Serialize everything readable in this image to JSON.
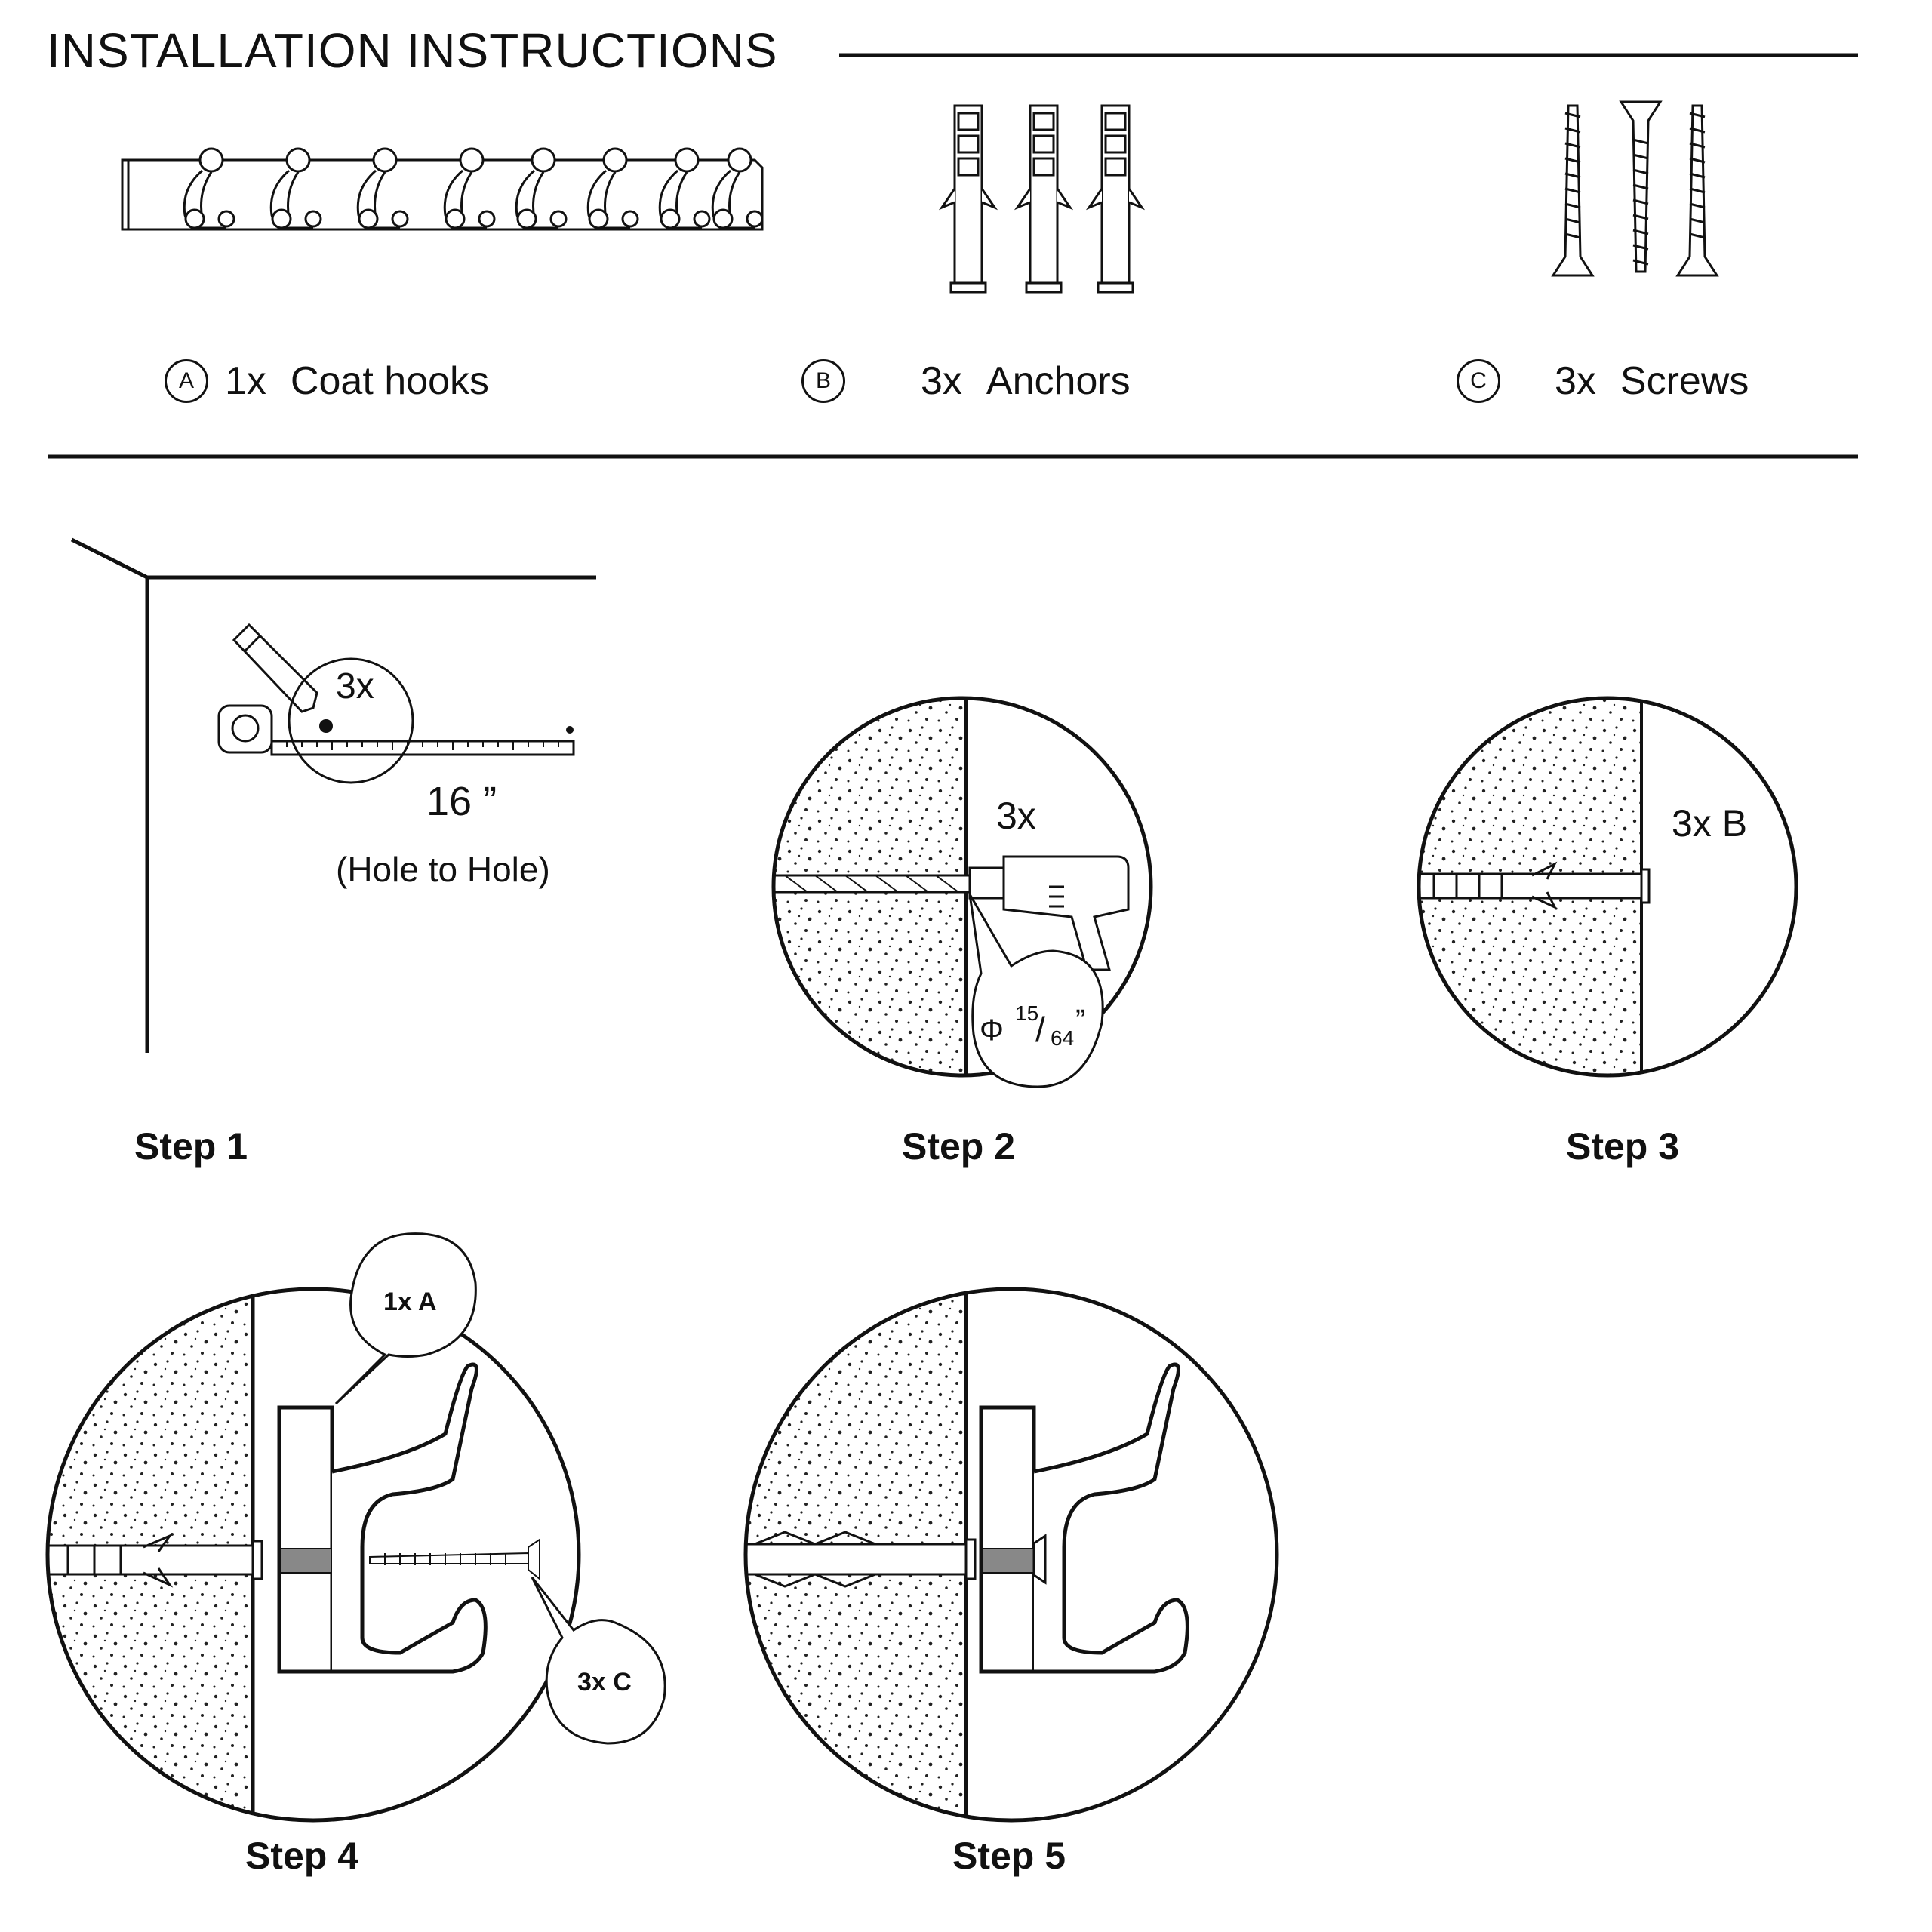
{
  "title": "INSTALLATION INSTRUCTIONS",
  "parts": [
    {
      "letter": "A",
      "qty": "1x",
      "name": "Coat hooks"
    },
    {
      "letter": "B",
      "qty": "3x",
      "name": "Anchors"
    },
    {
      "letter": "C",
      "qty": "3x",
      "name": "Screws"
    }
  ],
  "steps": {
    "step1": {
      "label": "Step 1",
      "count": "3x",
      "distance": "16 ”",
      "note": "(Hole to Hole)"
    },
    "step2": {
      "label": "Step 2",
      "count": "3x",
      "drill_symbol": "Φ",
      "drill_num": "15",
      "drill_den": "64",
      "drill_unit": "”"
    },
    "step3": {
      "label": "Step 3",
      "count": "3x B"
    },
    "step4": {
      "label": "Step 4",
      "callout_a": "1x A",
      "callout_c": "3x C"
    },
    "step5": {
      "label": "Step 5"
    }
  }
}
